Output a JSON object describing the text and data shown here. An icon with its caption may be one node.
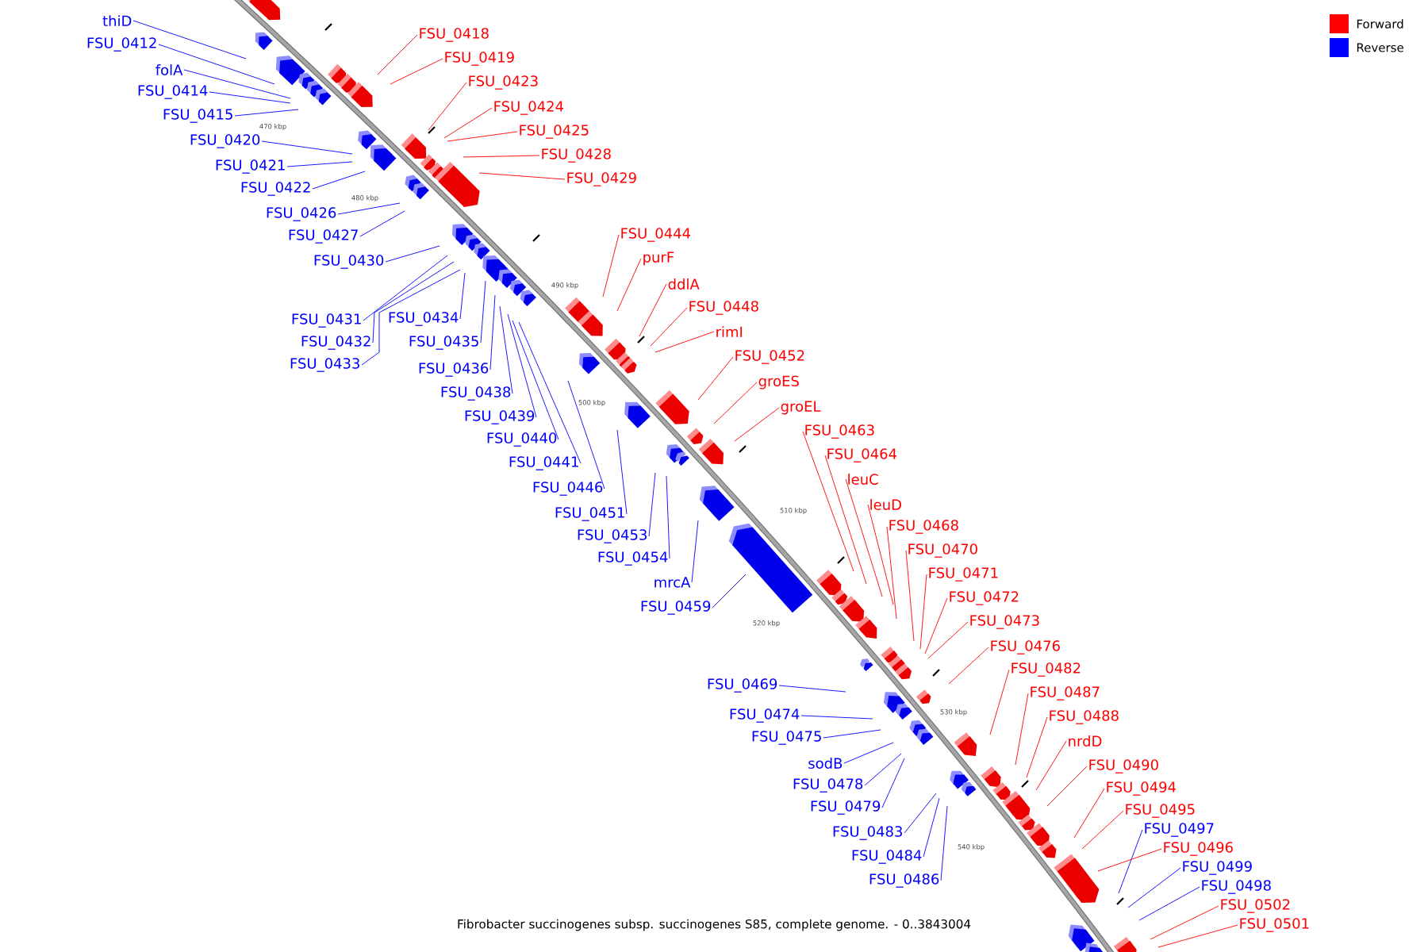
{
  "diagram": {
    "caption": "Fibrobacter succinogenes subsp. succinogenes S85, complete genome. - 0..3843004",
    "nodes": [
      {
        "text": [
          "thiD"
        ]
      },
      {
        "text": [
          "FSU_0412"
        ]
      },
      {
        "text": [
          "FSU_0418"
        ]
      },
      {
        "text": [
          "FSU_0419"
        ]
      },
      {
        "text": [
          "folA"
        ]
      },
      {
        "text": [
          "FSU_0423"
        ]
      },
      {
        "text": [
          "FSU_0414"
        ]
      },
      {
        "text": [
          "FSU_0424"
        ]
      },
      {
        "text": [
          "FSU_0415"
        ]
      },
      {
        "text": [
          "FSU_0425"
        ]
      },
      {
        "text": [
          "FSU_0420"
        ]
      },
      {
        "text": [
          "FSU_0428"
        ]
      },
      {
        "text": [
          "FSU_0421"
        ]
      },
      {
        "text": [
          "FSU_0429"
        ]
      },
      {
        "text": [
          "FSU_0422"
        ]
      },
      {
        "text": [
          "FSU_0426"
        ]
      },
      {
        "text": [
          "FSU_0444"
        ]
      },
      {
        "text": [
          "FSU_0427"
        ]
      },
      {
        "text": [
          "purF"
        ]
      },
      {
        "text": [
          "FSU_0430"
        ]
      },
      {
        "text": [
          "ddlA"
        ]
      },
      {
        "text": [
          "FSU_0448"
        ]
      },
      {
        "text": [
          "FSU_0431"
        ]
      },
      {
        "text": [
          "FSU_0434"
        ]
      },
      {
        "text": [
          "rimI"
        ]
      },
      {
        "text": [
          "FSU_0432"
        ]
      },
      {
        "text": [
          "FSU_0435"
        ]
      },
      {
        "text": [
          "FSU_0452"
        ]
      },
      {
        "text": [
          "FSU_0433"
        ]
      },
      {
        "text": [
          "FSU_0436"
        ]
      },
      {
        "text": [
          "groES"
        ]
      },
      {
        "text": [
          "FSU_0438"
        ]
      },
      {
        "text": [
          "groEL"
        ]
      },
      {
        "text": [
          "FSU_0439"
        ]
      },
      {
        "text": [
          "FSU_0463"
        ]
      },
      {
        "text": [
          "FSU_0440"
        ]
      },
      {
        "text": [
          "FSU_0464"
        ]
      },
      {
        "text": [
          "FSU_0441"
        ]
      },
      {
        "text": [
          "leuC"
        ]
      },
      {
        "text": [
          "FSU_0446"
        ]
      },
      {
        "text": [
          "leuD"
        ]
      },
      {
        "text": [
          "FSU_0451"
        ]
      },
      {
        "text": [
          "FSU_0468"
        ]
      },
      {
        "text": [
          "FSU_0453"
        ]
      },
      {
        "text": [
          "FSU_0470"
        ]
      },
      {
        "text": [
          "FSU_0454"
        ]
      },
      {
        "text": [
          "FSU_0471"
        ]
      },
      {
        "text": [
          "mrcA"
        ]
      },
      {
        "text": [
          "FSU_0472"
        ]
      },
      {
        "text": [
          "FSU_0459"
        ]
      },
      {
        "text": [
          "FSU_0473"
        ]
      },
      {
        "text": [
          "FSU_0476"
        ]
      },
      {
        "text": [
          "FSU_0482"
        ]
      },
      {
        "text": [
          "FSU_0469"
        ]
      },
      {
        "text": [
          "FSU_0487"
        ]
      },
      {
        "text": [
          "FSU_0474"
        ]
      },
      {
        "text": [
          "FSU_0488"
        ]
      },
      {
        "text": [
          "FSU_0475"
        ]
      },
      {
        "text": [
          "nrdD"
        ]
      },
      {
        "text": [
          "sodB"
        ]
      },
      {
        "text": [
          "FSU_0490"
        ]
      },
      {
        "text": [
          "FSU_0478"
        ]
      },
      {
        "text": [
          "FSU_0494"
        ]
      },
      {
        "text": [
          "FSU_0479"
        ]
      },
      {
        "text": [
          "FSU_0495"
        ]
      },
      {
        "text": [
          "FSU_0497"
        ]
      },
      {
        "text": [
          "FSU_0483"
        ]
      },
      {
        "text": [
          "FSU_0496"
        ]
      },
      {
        "text": [
          "FSU_0499"
        ]
      },
      {
        "text": [
          "FSU_0484"
        ]
      },
      {
        "text": [
          "FSU_0498"
        ]
      },
      {
        "text": [
          "FSU_0502"
        ]
      },
      {
        "text": [
          "FSU_0486"
        ]
      },
      {
        "text": [
          "FSU_0501"
        ]
      }
    ],
    "edges": [
      {
        "from": 0,
        "to": null,
        "arrow": "none"
      },
      {
        "from": 1,
        "to": null,
        "arrow": "none"
      },
      {
        "from": 2,
        "to": null,
        "arrow": "none",
        "color": "#ff0000"
      },
      {
        "from": 3,
        "to": null,
        "arrow": "none",
        "color": "#ff0000"
      },
      {
        "from": 4,
        "to": null,
        "arrow": "none"
      },
      {
        "from": 5,
        "to": null,
        "arrow": "none",
        "color": "#ff0000"
      },
      {
        "from": 6,
        "to": null,
        "arrow": "none"
      },
      {
        "from": 7,
        "to": null,
        "arrow": "none",
        "color": "#ff0000"
      },
      {
        "from": 8,
        "to": null,
        "arrow": "none"
      },
      {
        "from": 9,
        "to": null,
        "arrow": "none",
        "color": "#ff0000"
      },
      {
        "from": 10,
        "to": null,
        "arrow": "none"
      },
      {
        "from": 11,
        "to": null,
        "arrow": "none",
        "color": "#ff0000"
      },
      {
        "from": 12,
        "to": null,
        "arrow": "none"
      },
      {
        "from": 13,
        "to": null,
        "arrow": "none",
        "color": "#ff0000"
      },
      {
        "from": 14,
        "to": null,
        "arrow": "none"
      },
      {
        "from": 15,
        "to": null,
        "arrow": "none"
      },
      {
        "from": 16,
        "to": null,
        "arrow": "none",
        "color": "#ff0000"
      },
      {
        "from": 17,
        "to": null,
        "arrow": "none"
      },
      {
        "from": 18,
        "to": null,
        "arrow": "none",
        "color": "#ff0000"
      },
      {
        "from": 19,
        "to": null,
        "arrow": "none"
      },
      {
        "from": 20,
        "to": null,
        "arrow": "none",
        "color": "#ff0000"
      },
      {
        "from": 21,
        "to": null,
        "arrow": "none",
        "color": "#ff0000"
      },
      {
        "from": 22,
        "to": null,
        "arrow": "none"
      },
      {
        "from": 23,
        "to": null,
        "arrow": "none"
      },
      {
        "from": 24,
        "to": null,
        "arrow": "none",
        "color": "#ff0000"
      },
      {
        "from": 25,
        "to": null,
        "arrow": "none"
      },
      {
        "from": 26,
        "to": null,
        "arrow": "none"
      },
      {
        "from": 27,
        "to": null,
        "arrow": "none",
        "color": "#ff0000"
      },
      {
        "from": 28,
        "to": null,
        "arrow": "none"
      },
      {
        "from": 29,
        "to": null,
        "arrow": "none"
      },
      {
        "from": 30,
        "to": null,
        "arrow": "none",
        "color": "#ff0000"
      },
      {
        "from": 31,
        "to": null,
        "arrow": "none"
      },
      {
        "from": 32,
        "to": null,
        "arrow": "none",
        "color": "#ff0000"
      },
      {
        "from": 33,
        "to": null,
        "arrow": "none"
      },
      {
        "from": 34,
        "to": null,
        "arrow": "none",
        "color": "#ff0000"
      },
      {
        "from": 35,
        "to": null,
        "arrow": "none"
      },
      {
        "from": 36,
        "to": null,
        "arrow": "none",
        "color": "#ff0000"
      },
      {
        "from": 37,
        "to": null,
        "arrow": "none"
      },
      {
        "from": 38,
        "to": null,
        "arrow": "none",
        "color": "#ff0000"
      },
      {
        "from": 39,
        "to": null,
        "arrow": "none"
      },
      {
        "from": 40,
        "to": null,
        "arrow": "none",
        "color": "#ff0000"
      },
      {
        "from": 41,
        "to": null,
        "arrow": "none"
      },
      {
        "from": 42,
        "to": null,
        "arrow": "none",
        "color": "#ff0000"
      },
      {
        "from": 43,
        "to": null,
        "arrow": "none"
      },
      {
        "from": 44,
        "to": null,
        "arrow": "none",
        "color": "#ff0000"
      },
      {
        "from": 45,
        "to": null,
        "arrow": "none"
      },
      {
        "from": 46,
        "to": null,
        "arrow": "none",
        "color": "#ff0000"
      },
      {
        "from": 47,
        "to": null,
        "arrow": "none"
      },
      {
        "from": 48,
        "to": null,
        "arrow": "none",
        "color": "#ff0000"
      },
      {
        "from": 49,
        "to": null,
        "arrow": "none"
      },
      {
        "from": 50,
        "to": null,
        "arrow": "none",
        "color": "#ff0000"
      },
      {
        "from": 51,
        "to": null,
        "arrow": "none",
        "color": "#ff0000"
      },
      {
        "from": 52,
        "to": null,
        "arrow": "none",
        "color": "#ff0000"
      },
      {
        "from": 53,
        "to": null,
        "arrow": "none"
      },
      {
        "from": 54,
        "to": null,
        "arrow": "none",
        "color": "#ff0000"
      },
      {
        "from": 55,
        "to": null,
        "arrow": "none"
      },
      {
        "from": 56,
        "to": null,
        "arrow": "none",
        "color": "#ff0000"
      },
      {
        "from": 57,
        "to": null,
        "arrow": "none"
      },
      {
        "from": 58,
        "to": null,
        "arrow": "none",
        "color": "#ff0000"
      },
      {
        "from": 59,
        "to": null,
        "arrow": "none"
      },
      {
        "from": 60,
        "to": null,
        "arrow": "none",
        "color": "#ff0000"
      },
      {
        "from": 61,
        "to": null,
        "arrow": "none"
      },
      {
        "from": 62,
        "to": null,
        "arrow": "none",
        "color": "#ff0000"
      },
      {
        "from": 63,
        "to": null,
        "arrow": "none"
      },
      {
        "from": 64,
        "to": null,
        "arrow": "none",
        "color": "#ff0000"
      },
      {
        "from": 65,
        "to": null,
        "arrow": "none"
      },
      {
        "from": 66,
        "to": null,
        "arrow": "none"
      },
      {
        "from": 67,
        "to": null,
        "arrow": "none",
        "color": "#ff0000"
      },
      {
        "from": 68,
        "to": null,
        "arrow": "none"
      },
      {
        "from": 69,
        "to": null,
        "arrow": "none"
      },
      {
        "from": 70,
        "to": null,
        "arrow": "none"
      },
      {
        "from": 71,
        "to": null,
        "arrow": "none",
        "color": "#ff0000"
      },
      {
        "from": 72,
        "to": null,
        "arrow": "none"
      },
      {
        "from": 73,
        "to": null,
        "arrow": "none",
        "color": "#ff0000"
      }
    ],
    "labels": [
      "470 kbp",
      "480 kbp",
      "490 kbp",
      "500 kbp",
      "510 kbp",
      "520 kbp",
      "530 kbp",
      "540 kbp"
    ],
    "legend": [
      {
        "text": "Forward",
        "color": "#ff0000"
      },
      {
        "text": "Reverse",
        "color": "#0000ff"
      }
    ]
  }
}
